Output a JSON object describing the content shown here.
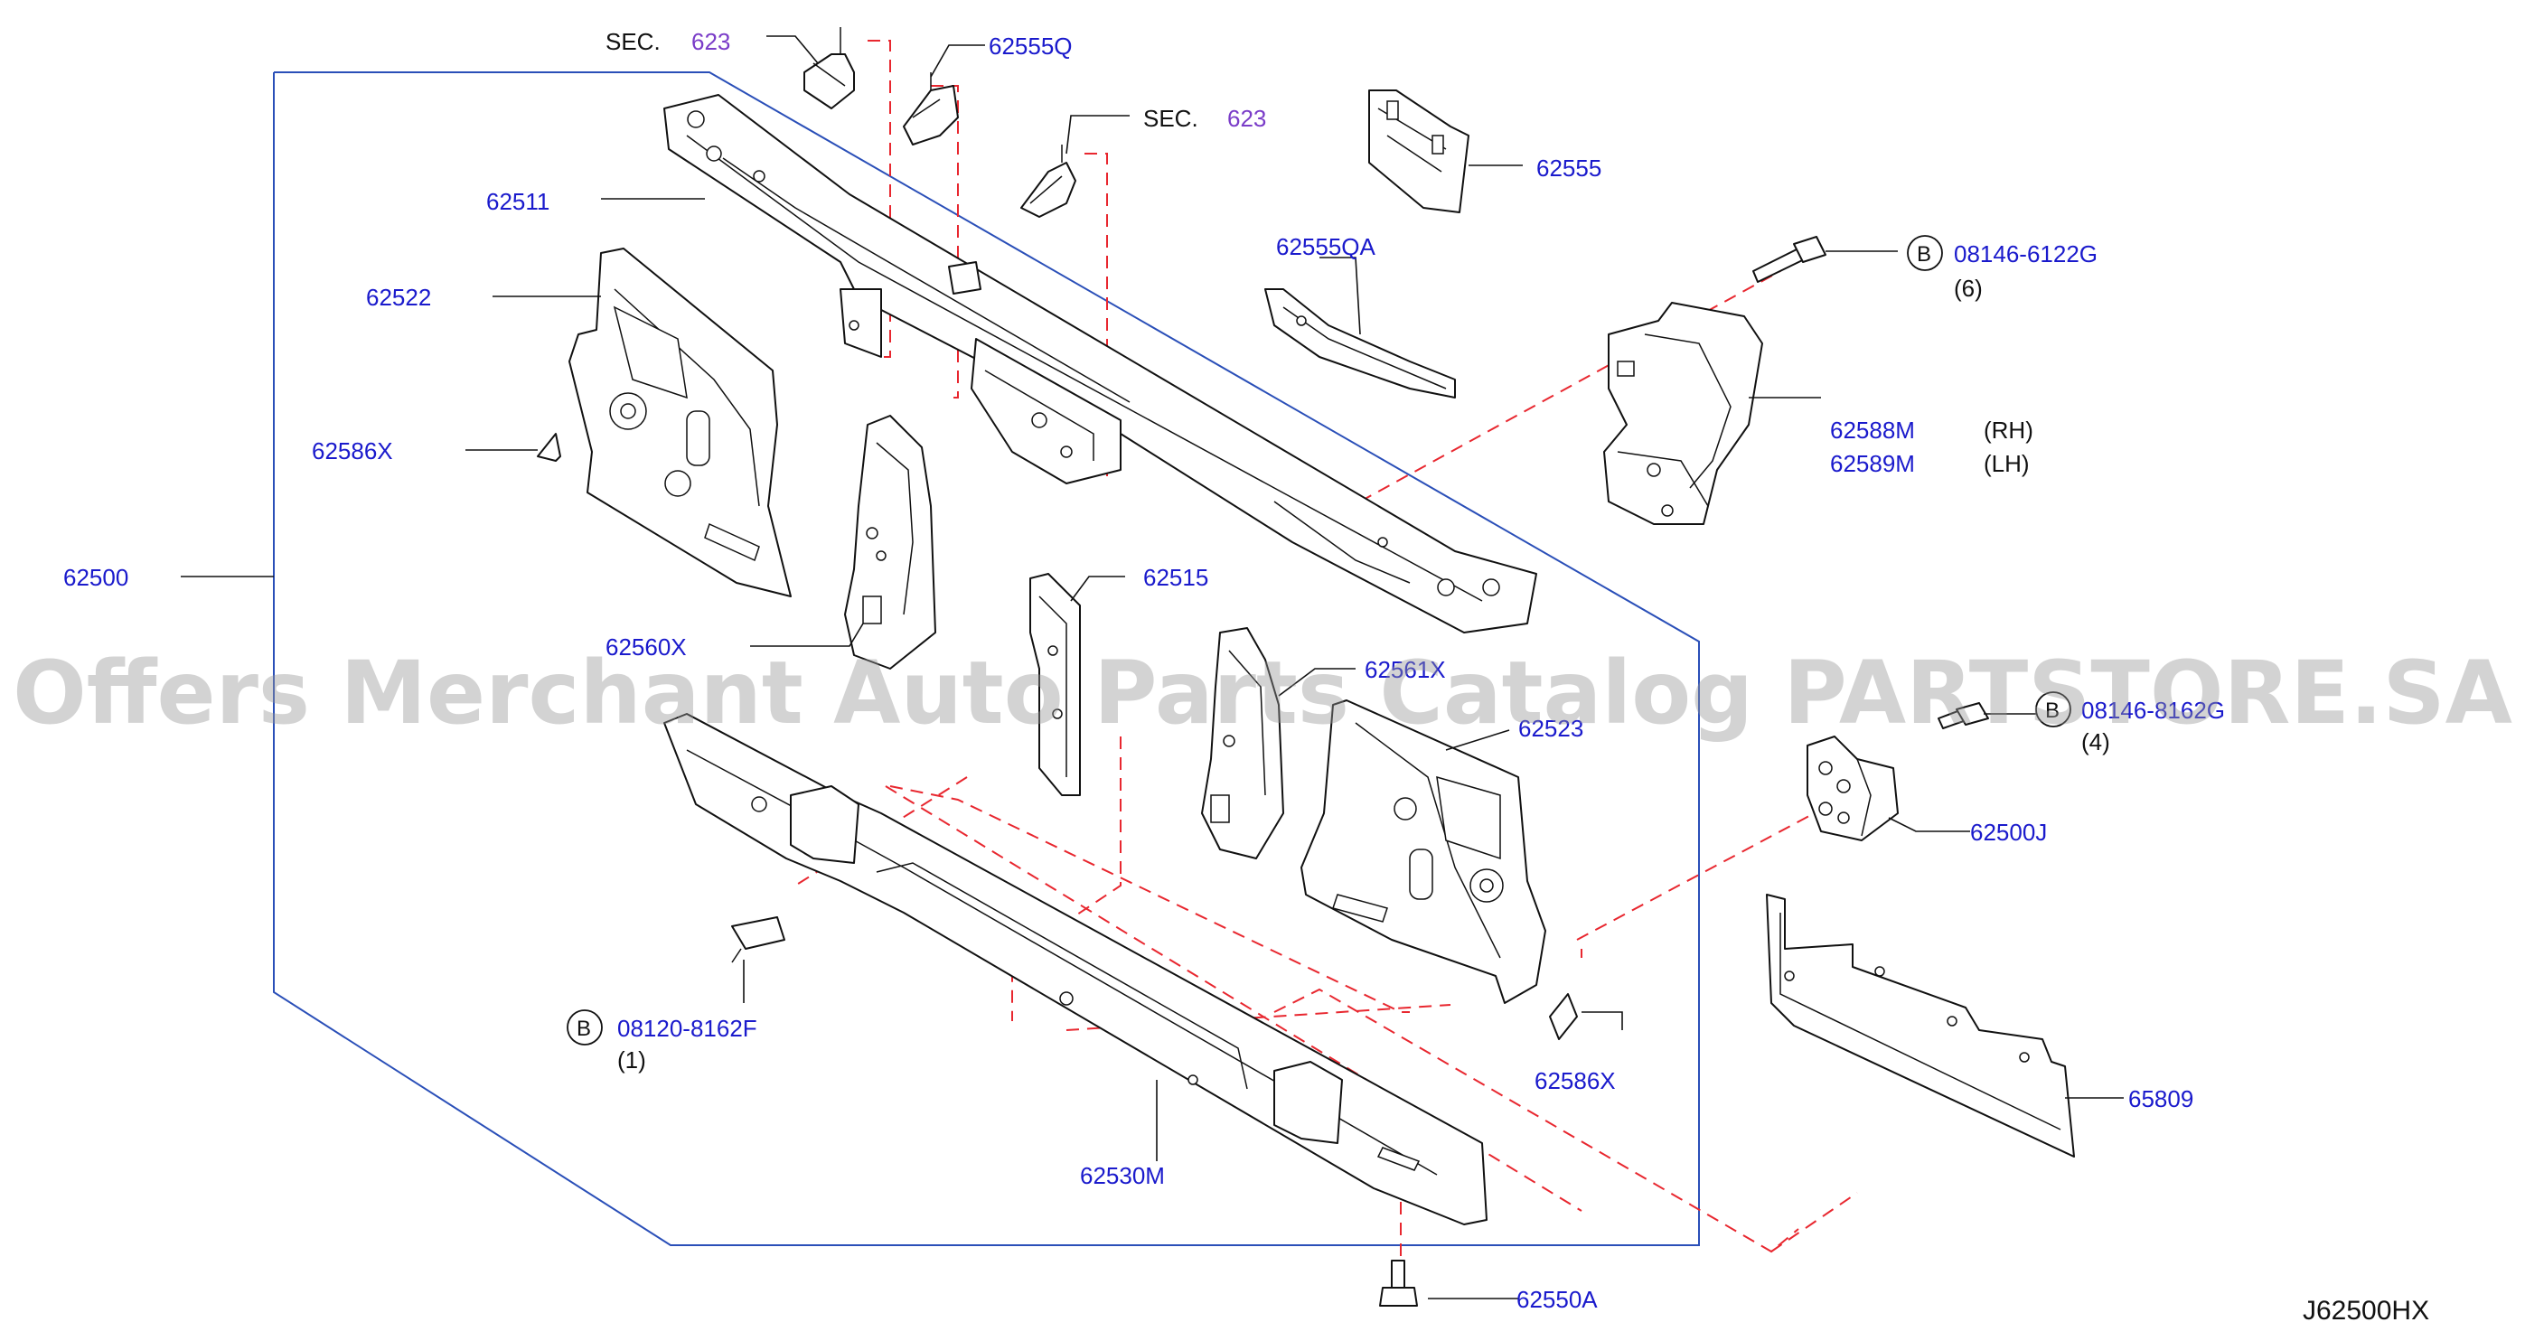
{
  "watermark": "Offers Merchant Auto Parts Catalog PARTSTORE.SA",
  "diagram_code": "J62500HX",
  "section_refs": [
    {
      "prefix": "SEC.",
      "number": "623"
    },
    {
      "prefix": "SEC.",
      "number": "623"
    }
  ],
  "bolts": [
    {
      "marker": "B",
      "number": "08146-6122G",
      "qty": "(6)"
    },
    {
      "marker": "B",
      "number": "08146-8162G",
      "qty": "(4)"
    },
    {
      "marker": "B",
      "number": "08120-8162F",
      "qty": "(1)"
    }
  ],
  "parts": [
    {
      "id": "p62500",
      "number": "62500"
    },
    {
      "id": "p62511",
      "number": "62511"
    },
    {
      "id": "p62522",
      "number": "62522"
    },
    {
      "id": "p62586X_a",
      "number": "62586X"
    },
    {
      "id": "p62560X",
      "number": "62560X"
    },
    {
      "id": "p62515",
      "number": "62515"
    },
    {
      "id": "p62561X",
      "number": "62561X"
    },
    {
      "id": "p62523",
      "number": "62523"
    },
    {
      "id": "p62586X_b",
      "number": "62586X"
    },
    {
      "id": "p62530M",
      "number": "62530M"
    },
    {
      "id": "p62550A",
      "number": "62550A"
    },
    {
      "id": "p62555Q",
      "number": "62555Q"
    },
    {
      "id": "p62555",
      "number": "62555"
    },
    {
      "id": "p62555QA",
      "number": "62555QA"
    },
    {
      "id": "p62588M",
      "number": "62588M",
      "side": "(RH)"
    },
    {
      "id": "p62589M",
      "number": "62589M",
      "side": "(LH)"
    },
    {
      "id": "p62500J",
      "number": "62500J"
    },
    {
      "id": "p65809",
      "number": "65809"
    }
  ]
}
